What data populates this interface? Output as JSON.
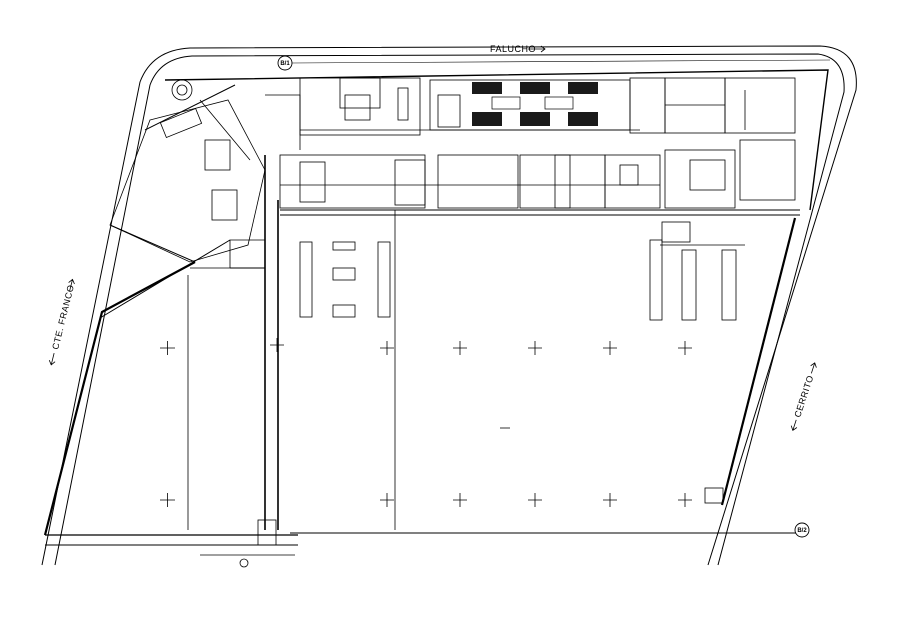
{
  "streets": {
    "top": "FALUCHO",
    "left": "CTE. FRANCO",
    "right": "CERRITO"
  },
  "axis_markers": {
    "top_left": "B/1",
    "bottom_right": "B/2"
  },
  "colors": {
    "ink": "#000000",
    "paper": "#ffffff",
    "fill_dark": "#1a1a1a"
  }
}
